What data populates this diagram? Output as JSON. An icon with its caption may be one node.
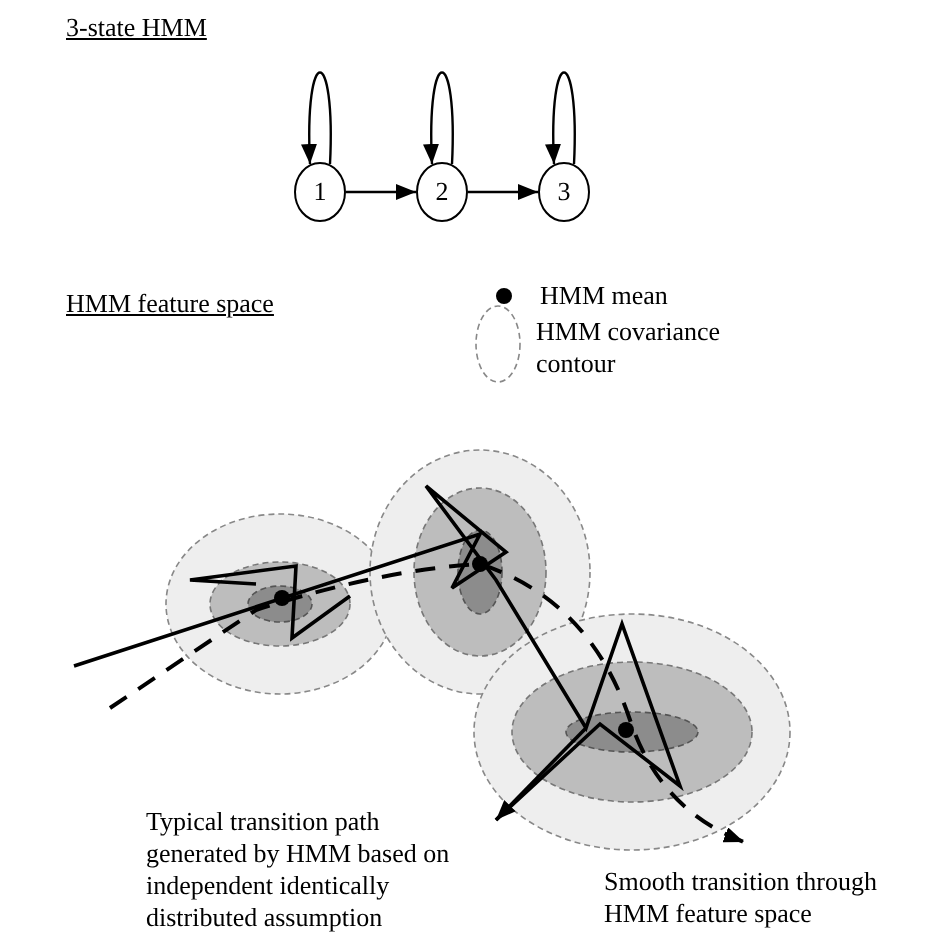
{
  "diagram": {
    "nodes": [
      {
        "text": [
          "1"
        ]
      },
      {
        "text": [
          "2"
        ]
      },
      {
        "text": [
          "3"
        ]
      }
    ],
    "edges": [
      {
        "from": 0,
        "to": 0,
        "arrow": "to"
      },
      {
        "from": 1,
        "to": 1,
        "arrow": "to"
      },
      {
        "from": 2,
        "to": 2,
        "arrow": "to"
      },
      {
        "from": 0,
        "to": 1,
        "arrow": "to"
      },
      {
        "from": 1,
        "to": 2,
        "arrow": "to"
      }
    ],
    "labels": [
      "3-state HMM",
      "HMM feature space",
      "Typical transition path generated by HMM based on independent identically distributed assumption",
      "Smooth transition through HMM feature space"
    ],
    "legend": [
      {
        "text": "HMM mean"
      },
      {
        "text": "HMM covariance contour"
      }
    ]
  }
}
